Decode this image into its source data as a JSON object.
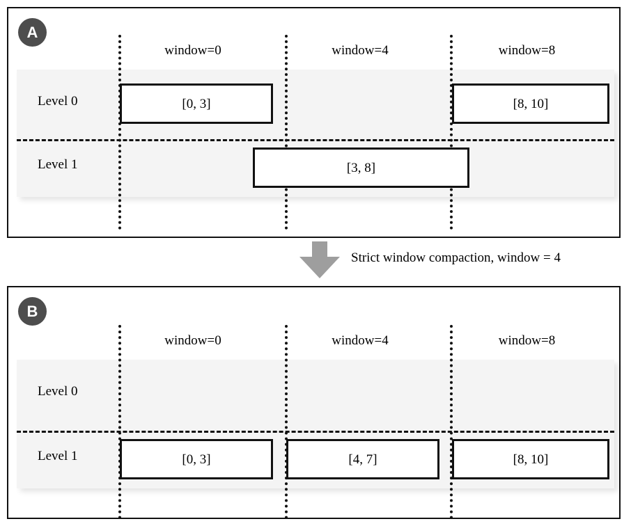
{
  "figure": {
    "transition": {
      "arrow_icon": "down-arrow-icon",
      "arrow_color": "#9e9e9e",
      "caption": "Strict window compaction, window = 4"
    },
    "colors": {
      "badge_background": "#4d4d4d",
      "badge_text": "#ffffff",
      "band_background": "#f4f4f4",
      "stroke": "#111111",
      "arrow": "#9e9e9e"
    },
    "columns": [
      {
        "label": "window=0"
      },
      {
        "label": "window=4"
      },
      {
        "label": "window=8"
      }
    ],
    "panels": [
      {
        "badge": "A",
        "levels": [
          {
            "label": "Level 0"
          },
          {
            "label": "Level 1"
          }
        ],
        "boxes": [
          {
            "label": "[0, 3]",
            "level": 0,
            "start": 0,
            "end": 3
          },
          {
            "label": "[8, 10]",
            "level": 0,
            "start": 8,
            "end": 10
          },
          {
            "label": "[3, 8]",
            "level": 1,
            "start": 3,
            "end": 8
          }
        ]
      },
      {
        "badge": "B",
        "levels": [
          {
            "label": "Level 0"
          },
          {
            "label": "Level 1"
          }
        ],
        "boxes": [
          {
            "label": "[0, 3]",
            "level": 1,
            "start": 0,
            "end": 3
          },
          {
            "label": "[4, 7]",
            "level": 1,
            "start": 4,
            "end": 7
          },
          {
            "label": "[8, 10]",
            "level": 1,
            "start": 8,
            "end": 10
          }
        ]
      }
    ]
  }
}
